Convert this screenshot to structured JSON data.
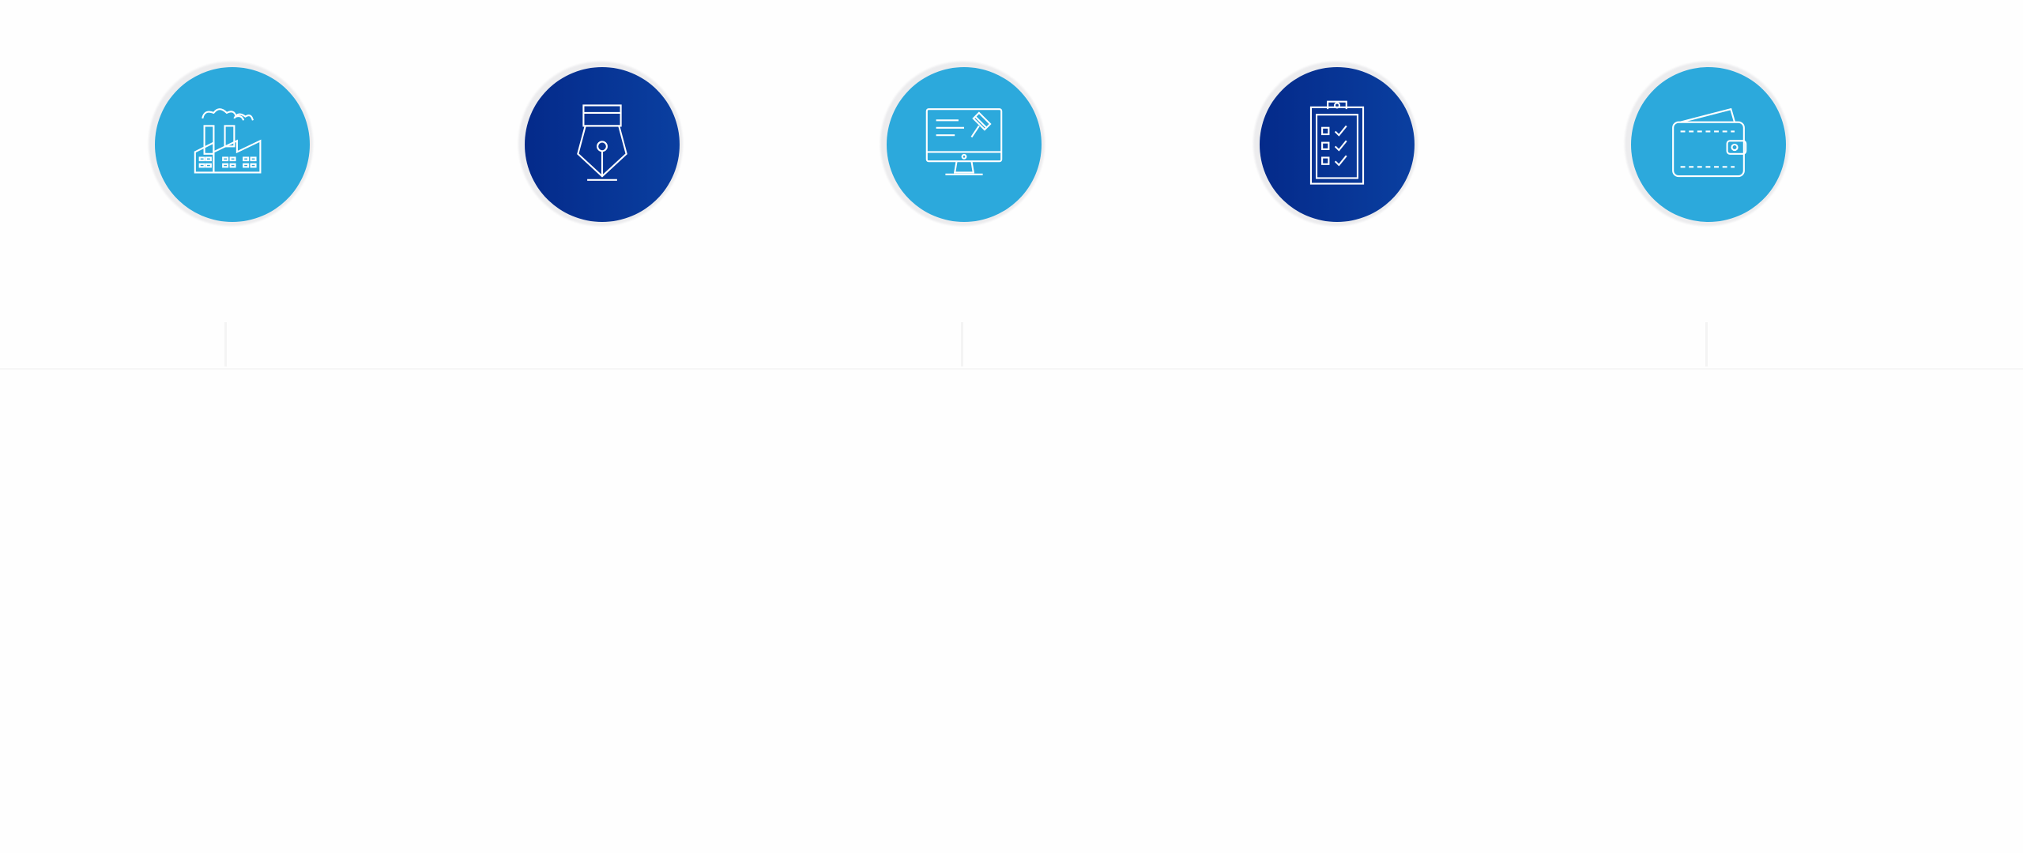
{
  "steps": [
    {
      "title": "",
      "heading": "",
      "body": "",
      "icon": "factory-icon",
      "style": "light"
    },
    {
      "title": "",
      "heading": "",
      "body": "",
      "icon": "pen-nib-icon",
      "style": "dark"
    },
    {
      "title": "",
      "heading": "",
      "body": "",
      "icon": "monitor-pin-icon",
      "style": "light"
    },
    {
      "title": "",
      "heading": "",
      "body": "",
      "icon": "clipboard-checklist-icon",
      "style": "dark"
    },
    {
      "title": "",
      "heading": "",
      "body": "",
      "icon": "wallet-icon",
      "style": "light"
    }
  ],
  "colors": {
    "light_blue": "#2ca9dc",
    "dark_blue": "#042a8a",
    "faint_text": "#f6f6f6"
  }
}
